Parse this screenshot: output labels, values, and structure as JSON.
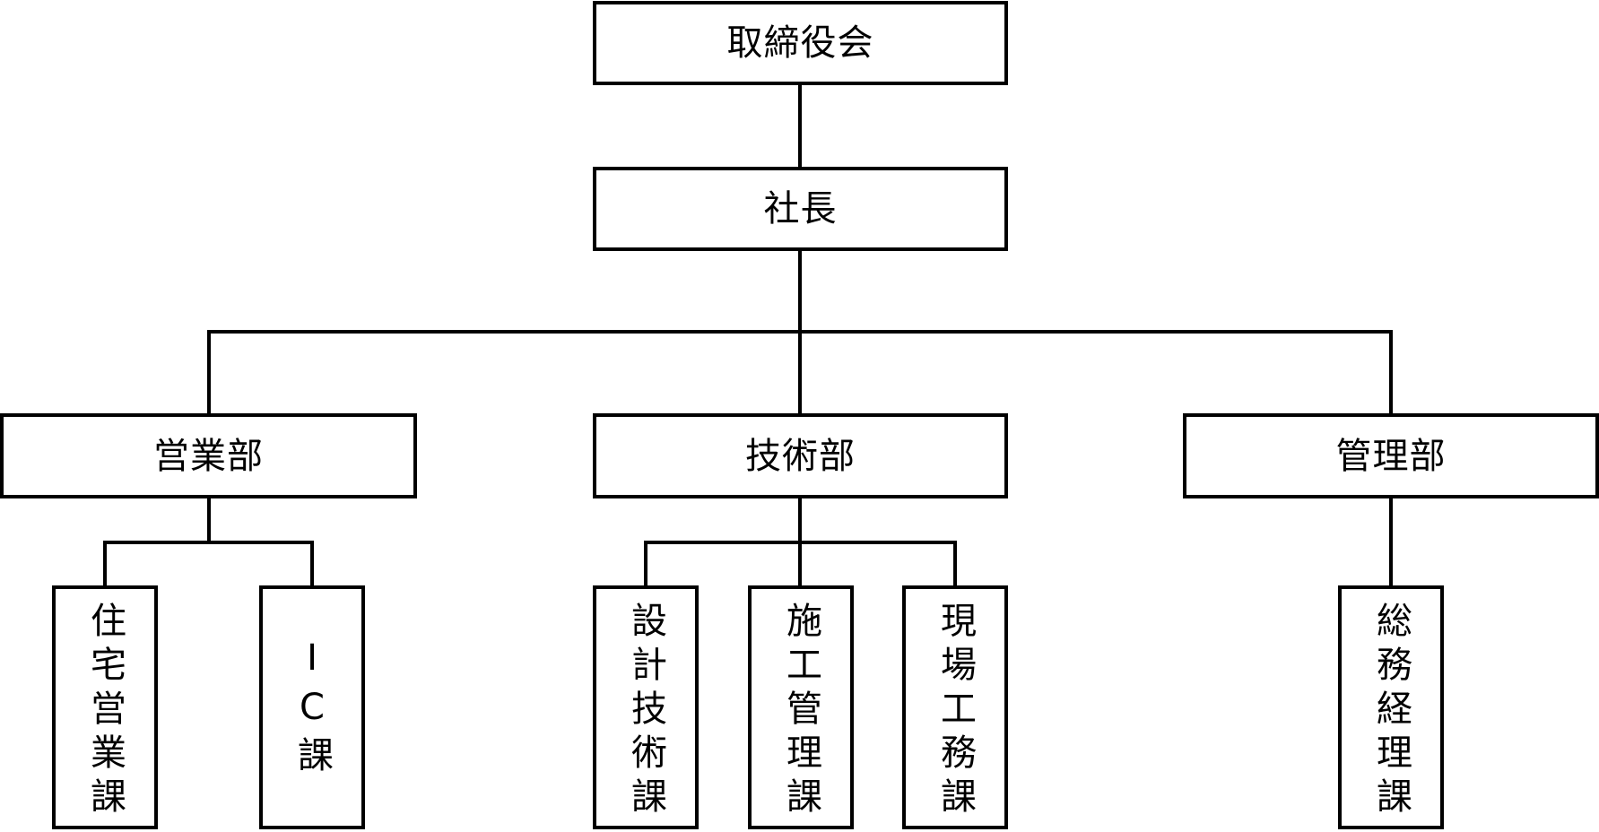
{
  "org_chart": {
    "board": "取締役会",
    "president": "社長",
    "departments": {
      "sales": {
        "name": "営業部",
        "sections": [
          "住宅営業課",
          "IC課"
        ]
      },
      "technical": {
        "name": "技術部",
        "sections": [
          "設計技術課",
          "施工管理課",
          "現場工務課"
        ]
      },
      "administration": {
        "name": "管理部",
        "sections": [
          "総務経理課"
        ]
      }
    }
  }
}
